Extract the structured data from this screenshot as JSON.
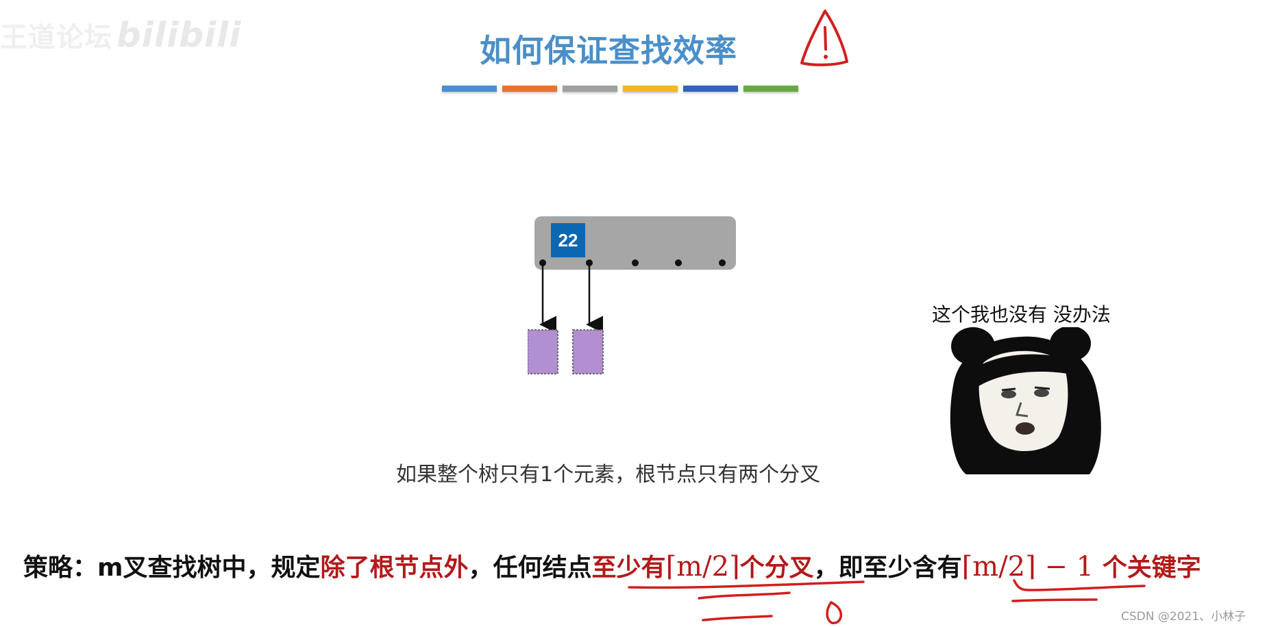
{
  "watermark": {
    "text": "王道论坛",
    "logo": "bilibili"
  },
  "title": "如何保证查找效率",
  "title_bar_colors": [
    "#4a8fd2",
    "#e8742f",
    "#a0a0a0",
    "#f2b71d",
    "#2f66b8",
    "#68a944"
  ],
  "warning_icon": "exclamation-triangle-icon",
  "diagram": {
    "key": "22",
    "box_color": "#a6a6a6",
    "key_color": "#0c67b2",
    "child_color": "#b18fd1"
  },
  "caption": "如果整个树只有1个元素，根节点只有两个分叉",
  "meme": {
    "caption": "这个我也没有 没办法",
    "icon": "panda-face-meme-icon"
  },
  "strategy": {
    "prefix": "策略：m叉查找树中，规定",
    "red1": "除了根节点外",
    "middle": "，任何结点",
    "red2_a": "至少有",
    "ceil_m_over_2": "⌈m/2⌉",
    "red2_b": "个分叉",
    "middle2": "，即至少含有",
    "ceil_expr": "⌈m/2⌉ − 1",
    "suffix": "个关键字"
  },
  "credit": "CSDN @2021、小林子"
}
